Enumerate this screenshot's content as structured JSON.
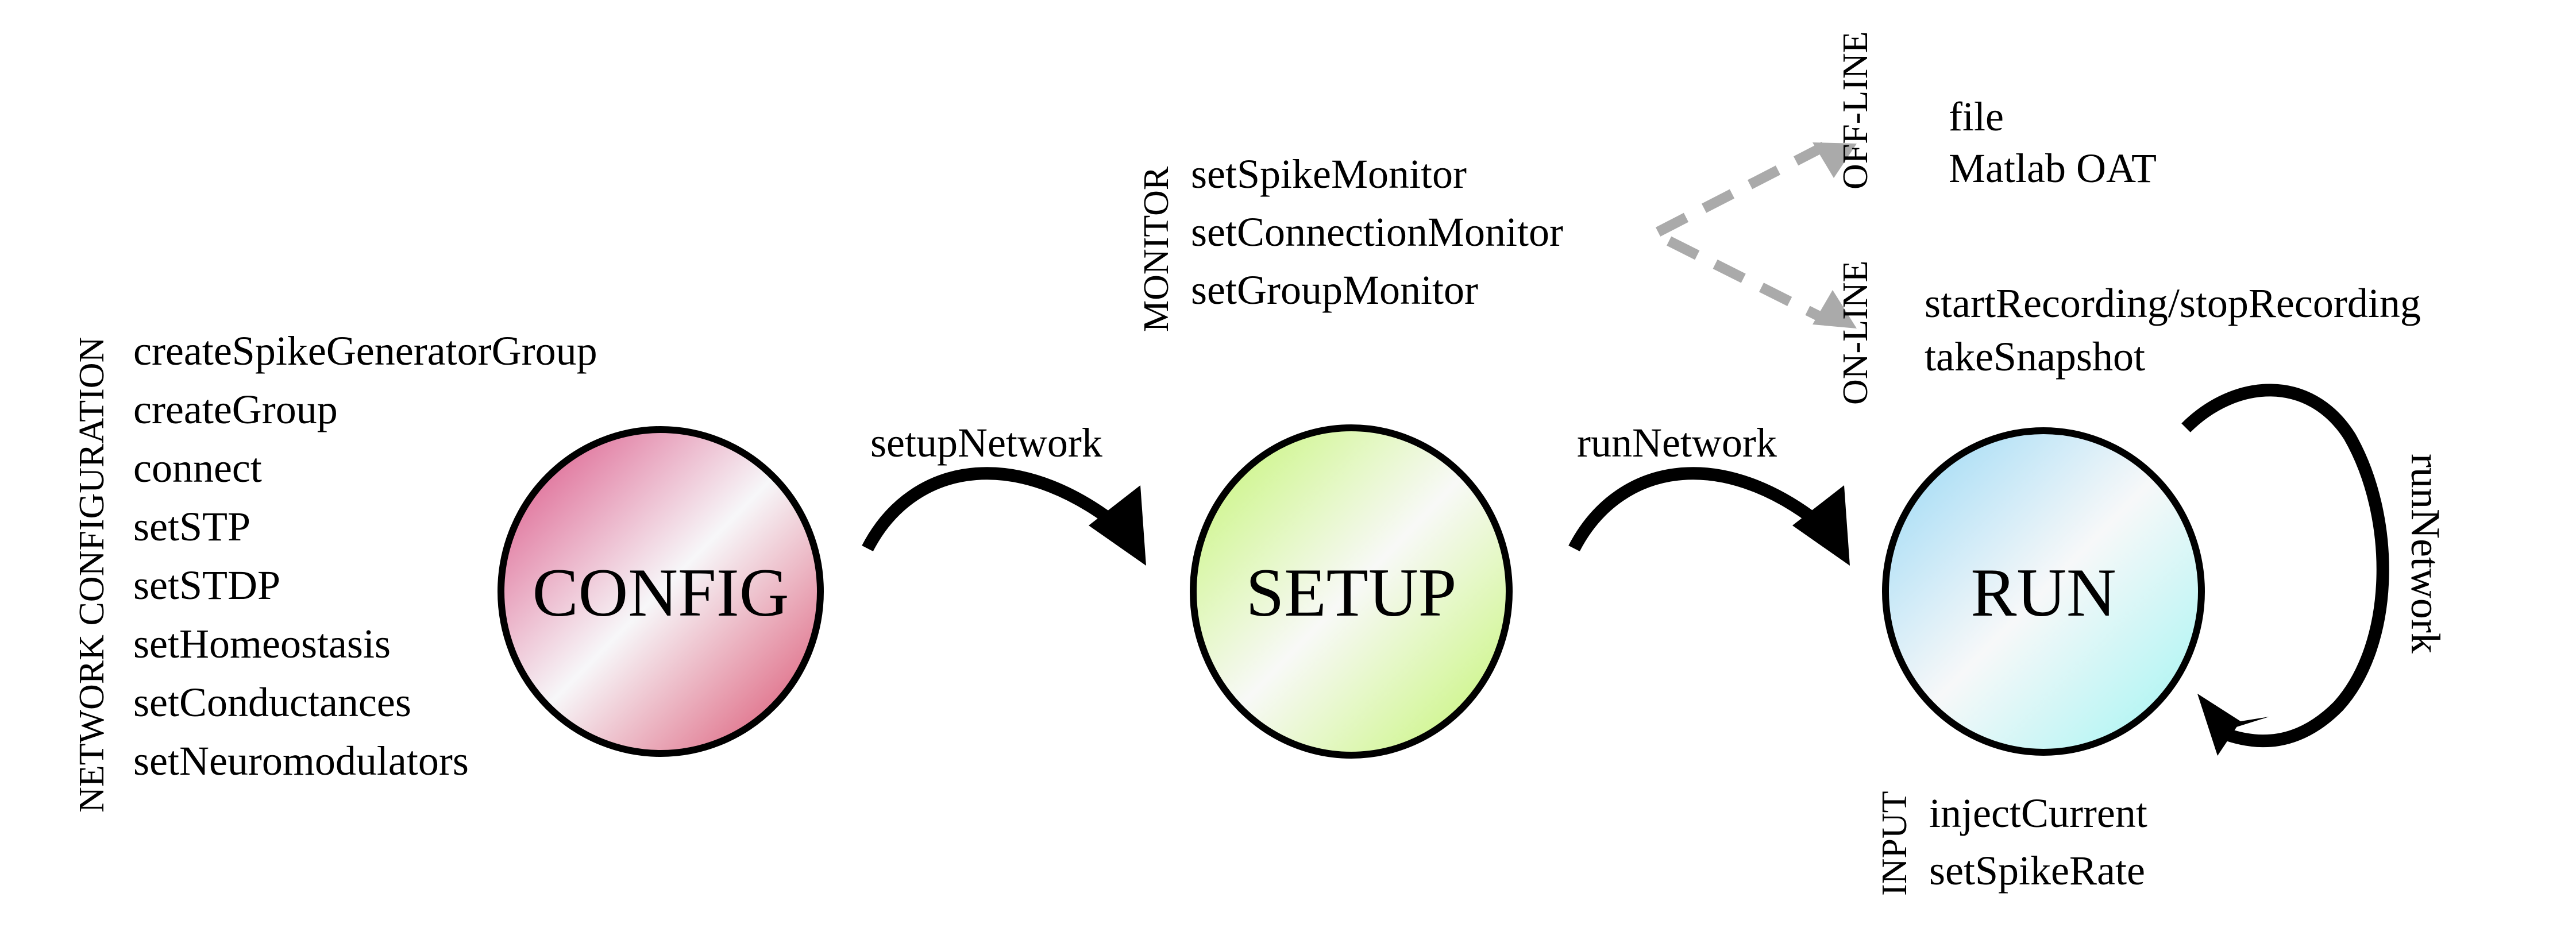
{
  "states": {
    "config": {
      "label": "CONFIG",
      "color": "#d94a7e"
    },
    "setup": {
      "label": "SETUP",
      "color": "#c8f77a"
    },
    "run": {
      "label": "RUN",
      "color": "#9fdcf5",
      "color2": "#a8f5f2"
    }
  },
  "transitions": {
    "config_to_setup": "setupNetwork",
    "setup_to_run": "runNetwork",
    "run_loop": "runNetwork"
  },
  "network_configuration": {
    "heading": "NETWORK CONFIGURATION",
    "items": [
      "createSpikeGeneratorGroup",
      "createGroup",
      "connect",
      "setSTP",
      "setSTDP",
      "setHomeostasis",
      "setConductances",
      "setNeuromodulators"
    ]
  },
  "monitor": {
    "heading": "MONITOR",
    "items": [
      "setSpikeMonitor",
      "setConnectionMonitor",
      "setGroupMonitor"
    ]
  },
  "off_line": {
    "heading": "OFF-LINE",
    "items": [
      "file",
      "Matlab OAT"
    ]
  },
  "on_line": {
    "heading": "ON-LINE",
    "items": [
      "startRecording/stopRecording",
      "takeSnapshot"
    ]
  },
  "input": {
    "heading": "INPUT",
    "items": [
      "injectCurrent",
      "setSpikeRate"
    ]
  },
  "colors": {
    "stroke": "#000000",
    "dashed_arrow": "#aaaaaa"
  }
}
